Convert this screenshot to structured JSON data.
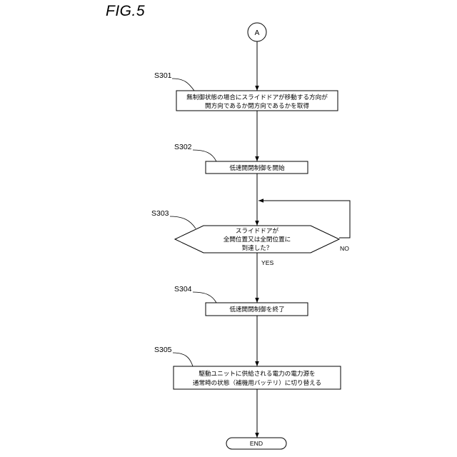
{
  "figure": {
    "title": "FIG.5"
  },
  "connector": {
    "label": "A"
  },
  "steps": {
    "s301": {
      "label": "S301",
      "line1": "無制御状態の場合にスライドドアが移動する方向が",
      "line2": "開方向であるか閉方向であるかを取得"
    },
    "s302": {
      "label": "S302",
      "text": "低速開閉制御を開始"
    },
    "s303": {
      "label": "S303",
      "line1": "スライドドアが",
      "line2": "全開位置又は全閉位置に",
      "line3": "到達した？",
      "yes": "YES",
      "no": "NO"
    },
    "s304": {
      "label": "S304",
      "text": "低速開閉制御を終了"
    },
    "s305": {
      "label": "S305",
      "line1": "駆動ユニットに供給される電力の電力源を",
      "line2": "通常時の状態（補機用バッテリ）に切り替える"
    }
  },
  "terminal": {
    "end": "END"
  }
}
